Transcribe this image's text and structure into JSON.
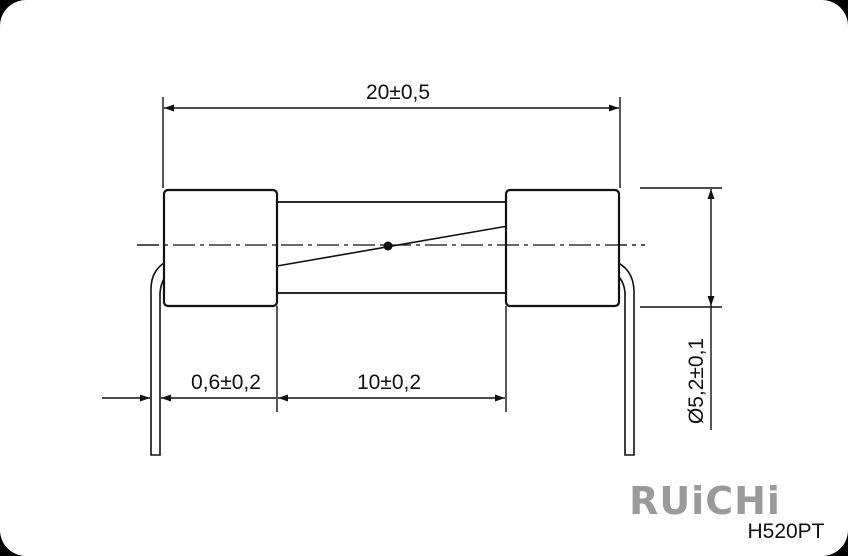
{
  "dimensions": {
    "overall_length": "20±0,5",
    "lead_offset": "0,6±0,2",
    "lead_spacing": "10±0,2",
    "diameter": "Ø5,2±0,1"
  },
  "brand": {
    "logo_text": "RUiCHi",
    "model": "H520PT",
    "logo_color": "#9a9a9a"
  },
  "colors": {
    "line": "#111111",
    "background": "#ffffff",
    "frame": "#000000"
  }
}
